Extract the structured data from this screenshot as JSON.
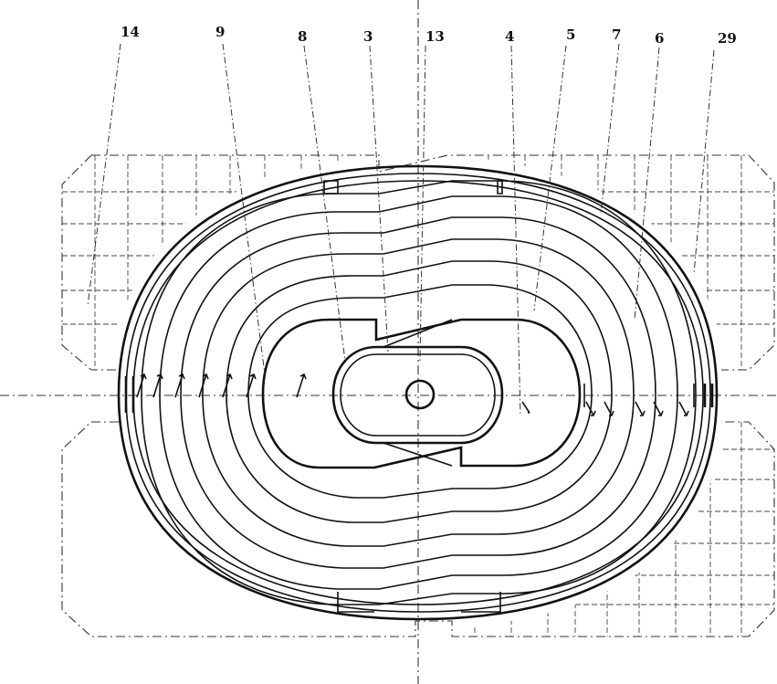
{
  "diagram": {
    "labels": [
      {
        "id": "14",
        "text": "14"
      },
      {
        "id": "9",
        "text": "9"
      },
      {
        "id": "8",
        "text": "8"
      },
      {
        "id": "3",
        "text": "3"
      },
      {
        "id": "13",
        "text": "13"
      },
      {
        "id": "4",
        "text": "4"
      },
      {
        "id": "5",
        "text": "5"
      },
      {
        "id": "7",
        "text": "7"
      },
      {
        "id": "6",
        "text": "6"
      },
      {
        "id": "29",
        "text": "29"
      }
    ],
    "line_color": "#111111",
    "background": "#ffffff"
  }
}
